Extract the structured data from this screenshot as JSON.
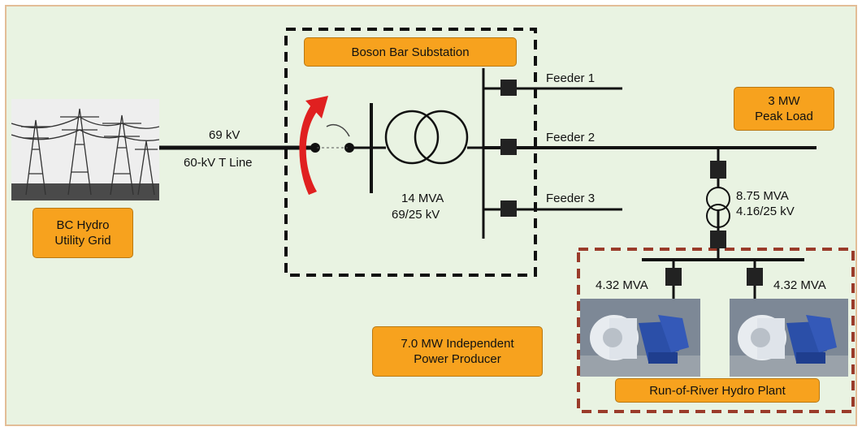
{
  "labels": {
    "voltage_69kv": "69 kV",
    "line_60kv": "60-kV T Line",
    "xfmr_main_rating": "14 MVA",
    "xfmr_main_ratio": "69/25 kV",
    "feeder_1": "Feeder 1",
    "feeder_2": "Feeder 2",
    "feeder_3": "Feeder 3",
    "xfmr_ipp_rating": "8.75 MVA",
    "xfmr_ipp_ratio": "4.16/25 kV",
    "gen_left": "4.32 MVA",
    "gen_right": "4.32 MVA"
  },
  "boxes": {
    "substation": "Boson Bar Substation",
    "peak_load": [
      "3 MW",
      "Peak Load"
    ],
    "grid": [
      "BC Hydro",
      "Utility Grid"
    ],
    "ipp": [
      "7.0 MW Independent",
      "Power Producer"
    ],
    "plant": "Run-of-River Hydro Plant"
  },
  "colors": {
    "background": "#e9f3e2",
    "frame_border": "#e3bd97",
    "box_fill": "#f7a21e",
    "plant_border": "#9a3b2a",
    "switch_arrow": "#e02020",
    "line": "#111111"
  },
  "icons": [
    "transmission-tower-photo",
    "switch-arrow-icon",
    "transformer-symbol",
    "generator-photo"
  ]
}
